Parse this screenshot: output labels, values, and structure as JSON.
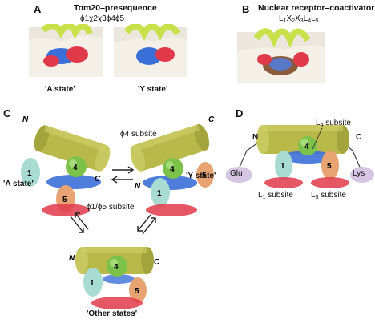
{
  "panels": {
    "a": {
      "letter": "A",
      "title": "Tom20–presequence",
      "motif": "ϕ1χ2χ3ϕ4ϕ5",
      "state_left": "'A state'",
      "state_right": "'Y state'"
    },
    "b": {
      "letter": "B",
      "title": "Nuclear receptor–coactivator",
      "motif": "L1X2X3L4L5"
    },
    "c": {
      "letter": "C",
      "phi4_subsite": "ϕ4 subsite",
      "phi15_subsite": "ϕ1/ϕ5 subsite",
      "a_state": "'A state'",
      "y_state": "'Y state'",
      "other_states": "'Other states'",
      "n": "N",
      "c": "C"
    },
    "d": {
      "letter": "D",
      "l4_subsite": "L4 subsite",
      "l1_subsite": "L1 subsite",
      "l5_subsite": "L5 subsite",
      "glu": "Glu",
      "lys": "Lys",
      "n": "N",
      "c": "C"
    },
    "numbers": {
      "one": "1",
      "four": "4",
      "five": "5"
    }
  },
  "colors": {
    "cylinder": "#b9b94a",
    "cylinder_dark": "#8c8c2e",
    "sphere_green": "#7cc24a",
    "ellipse_teal": "#a8dcd2",
    "ellipse_orange": "#e7a472",
    "patch_blue": "#3b6fd8",
    "patch_red": "#e03a4a",
    "glu_lys": "#d6c6e4",
    "helix": "#c8e04a",
    "surface": "#ece6dc"
  }
}
